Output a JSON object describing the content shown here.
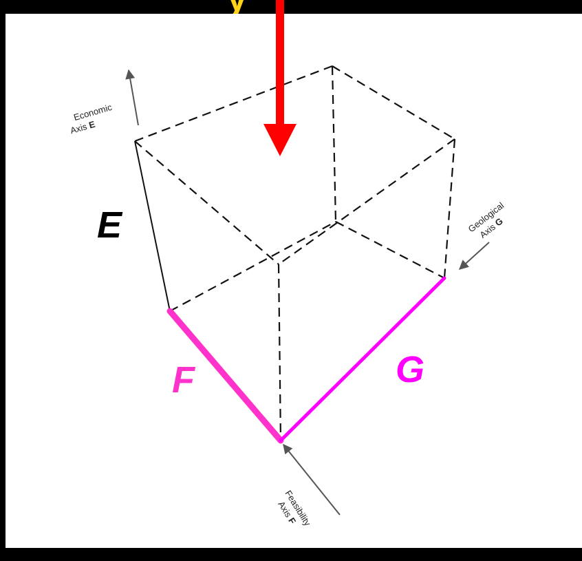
{
  "header": {
    "partial_title": "y"
  },
  "axes": {
    "economic": {
      "line1": "Economic",
      "line2_prefix": "Axis ",
      "line2_letter": "E"
    },
    "geological": {
      "line1": "Geological",
      "line2_prefix": "Axis ",
      "line2_letter": "G"
    },
    "feasibility": {
      "line1": "Feasibility",
      "line2_prefix": "Axis ",
      "line2_letter": "F"
    }
  },
  "labels": {
    "e": "E",
    "f": "F",
    "g": "G"
  },
  "colors": {
    "background": "#000000",
    "page": "#ffffff",
    "magenta": "#ff00ff",
    "red_arrow": "#ff0000",
    "title_yellow": "#ffd21a",
    "line": "#111111"
  }
}
